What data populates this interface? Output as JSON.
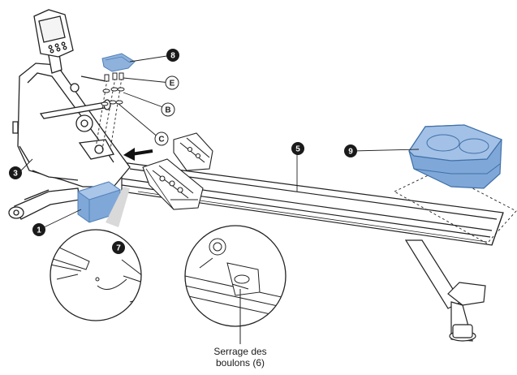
{
  "callouts": {
    "c1": "1",
    "c3": "3",
    "c5": "5",
    "c7": "7",
    "c8": "8",
    "c9": "9",
    "cE": "E",
    "cB": "B",
    "cC": "C"
  },
  "caption": {
    "line1": "Serrage des",
    "line2": "boulons (6)"
  },
  "colors": {
    "highlight_blue": "#7fa8d8",
    "highlight_blue_dark": "#4f7fb8",
    "callout_fill": "#1a1a1a",
    "line": "#222222"
  }
}
